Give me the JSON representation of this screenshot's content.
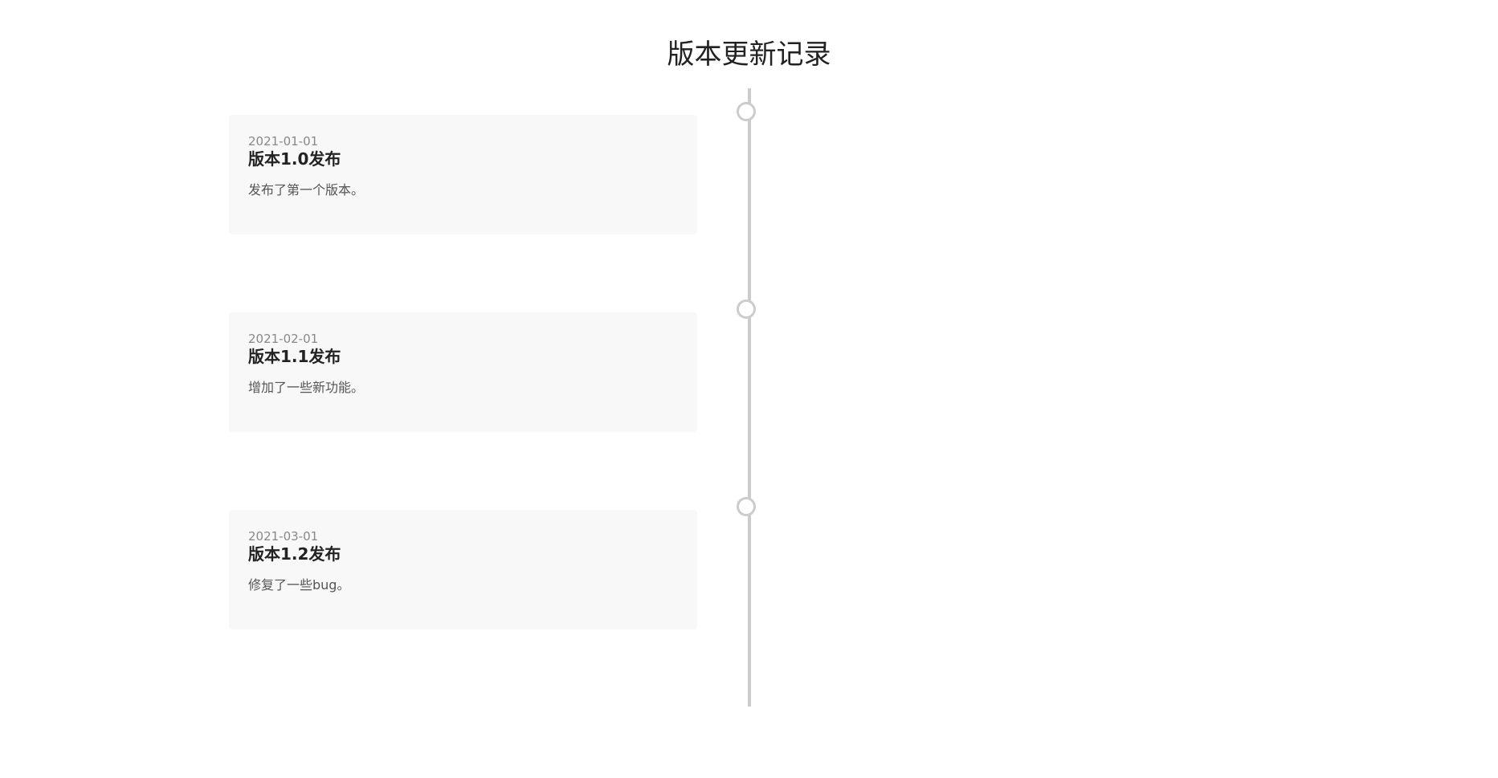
{
  "page": {
    "title": "版本更新记录"
  },
  "colors": {
    "line": "#cccccc",
    "card_bg": "#f8f8f8",
    "date": "#888888",
    "title": "#222222",
    "desc": "#555555"
  },
  "timeline": {
    "items": [
      {
        "date": "2021-01-01",
        "title": "版本1.0发布",
        "description": "发布了第一个版本。"
      },
      {
        "date": "2021-02-01",
        "title": "版本1.1发布",
        "description": "增加了一些新功能。"
      },
      {
        "date": "2021-03-01",
        "title": "版本1.2发布",
        "description": "修复了一些bug。"
      }
    ]
  }
}
